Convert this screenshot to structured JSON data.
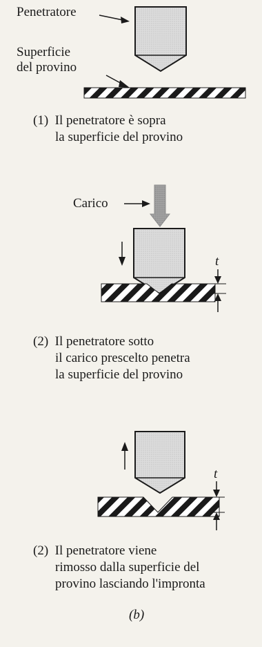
{
  "labels": {
    "penetratore": "Penetratore",
    "superficie_line1": "Superficie",
    "superficie_line2": "del provino",
    "carico": "Carico",
    "t_step2": "t",
    "t_step3": "t"
  },
  "steps": [
    {
      "number": "(1)",
      "line1": "Il penetratore è sopra",
      "line2": "la superficie del provino",
      "line3": ""
    },
    {
      "number": "(2)",
      "line1": "Il penetratore sotto",
      "line2": "il carico prescelto penetra",
      "line3": "la superficie del provino"
    },
    {
      "number": "(2)",
      "line1": "Il penetratore viene",
      "line2": "rimosso dalla superficie del",
      "line3": "provino lasciando l'impronta"
    }
  ],
  "figure_label": "(b)",
  "colors": {
    "penetrator_fill": "#d9d9d9",
    "load_arrow": "#9a9a9a",
    "ink": "#1a1a1a",
    "background": "#f4f2ec"
  }
}
